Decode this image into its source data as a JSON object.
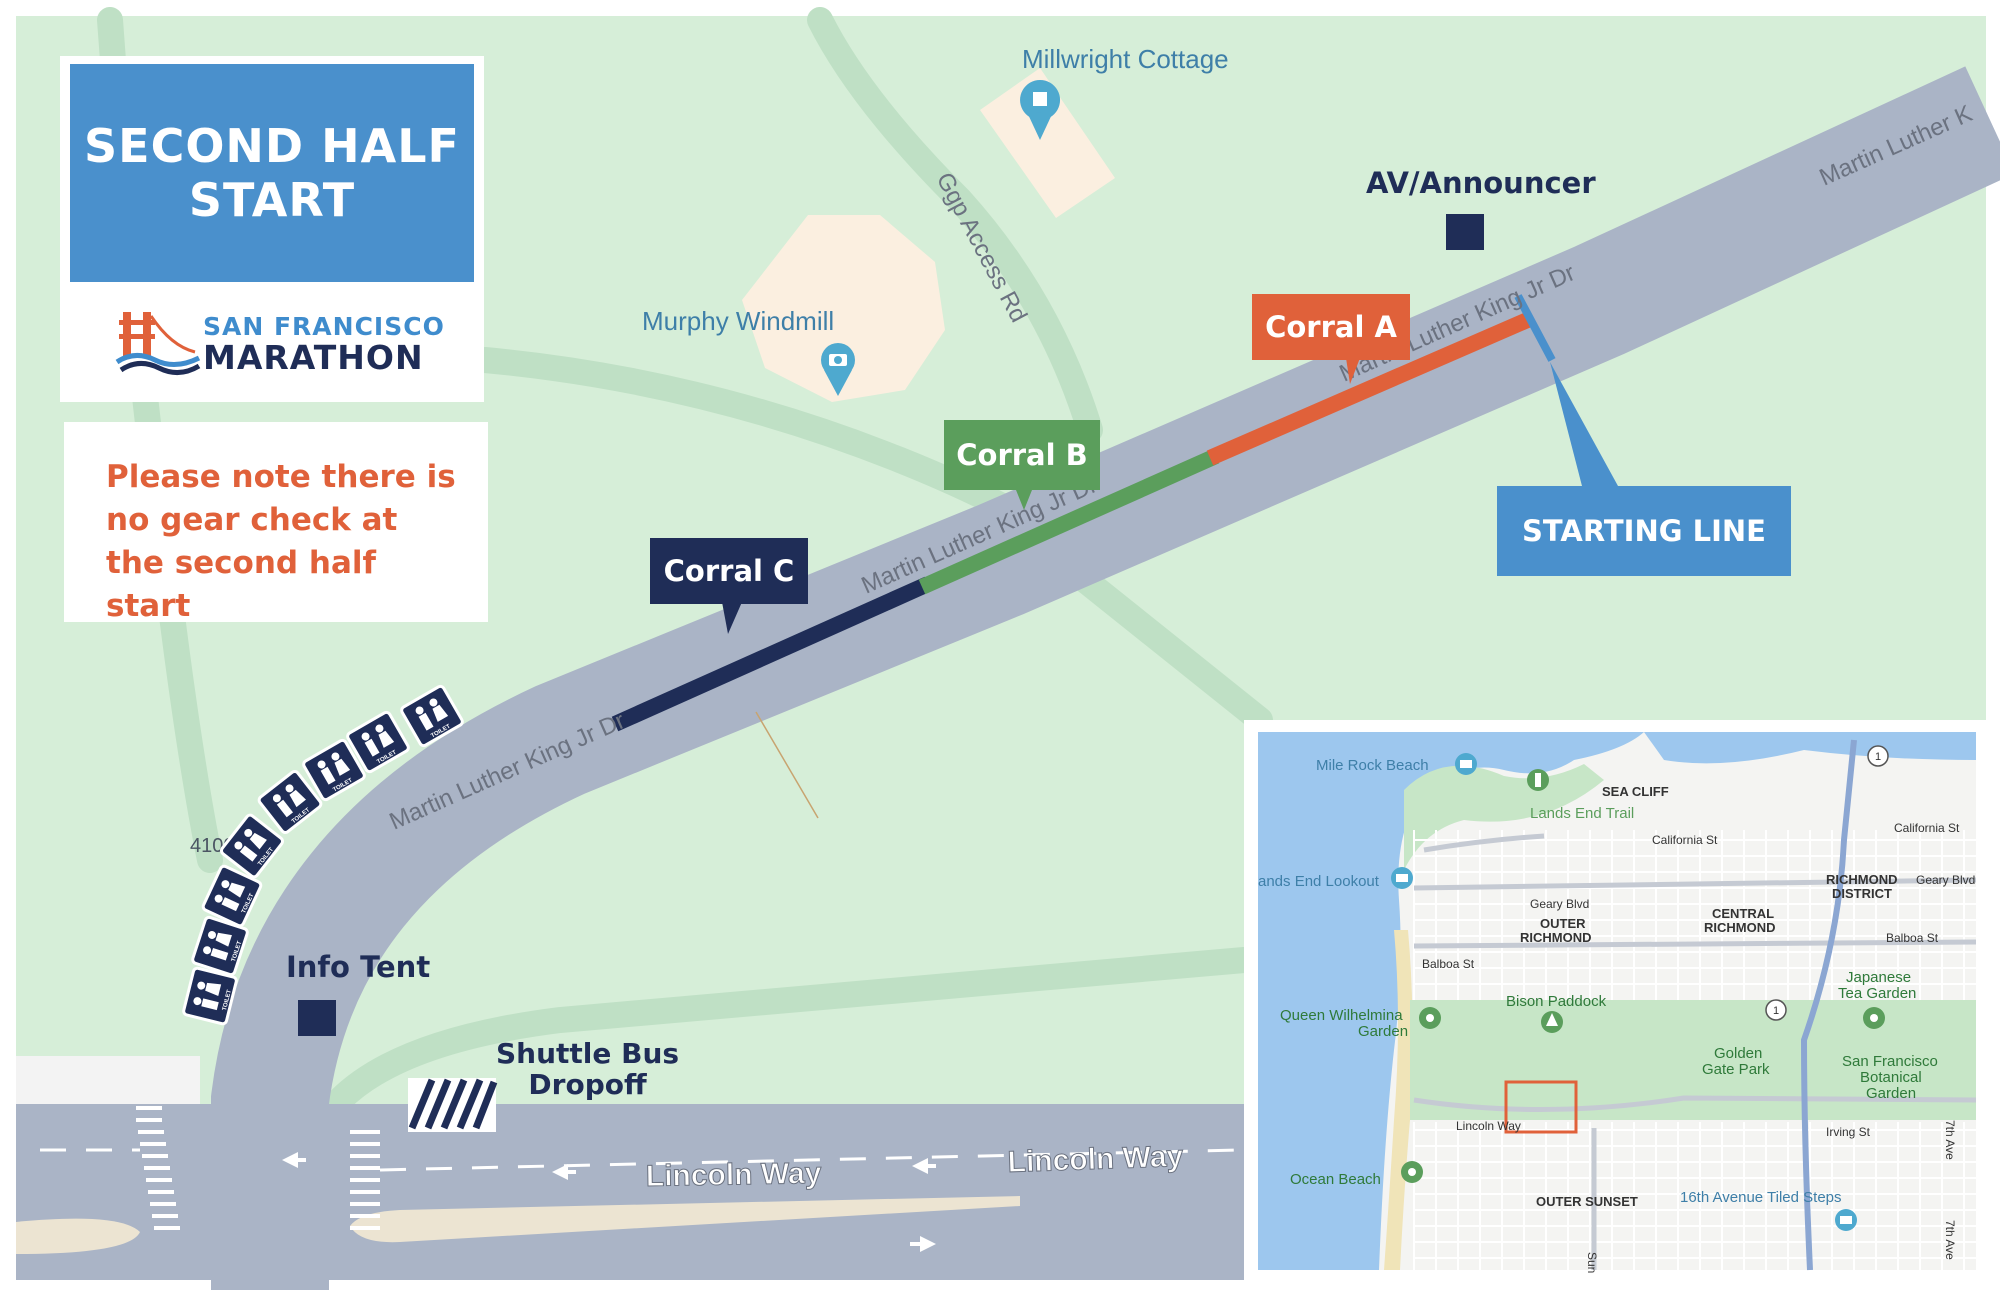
{
  "title": {
    "line1": "SECOND HALF",
    "line2": "START"
  },
  "logo": {
    "line1": "SAN FRANCISCO",
    "line2": "MARATHON"
  },
  "note": "Please note there is no gear check at the second half start",
  "corrals": {
    "a": "Corral A",
    "b": "Corral B",
    "c": "Corral C"
  },
  "starting_line": "STARTING LINE",
  "av_announcer": "AV/Announcer",
  "info_tent": "Info Tent",
  "shuttle": {
    "line1": "Shuttle Bus",
    "line2": "Dropoff"
  },
  "map_labels": {
    "millwright": "Millwright Cottage",
    "murphy": "Murphy Windmill",
    "ggp_access": "Ggp Access Rd",
    "mlk_lower": "Martin Luther King Jr Dr",
    "mlk_middle": "Martin Luther King Jr Dr",
    "mlk_upper": "Martin Luther King Jr Dr",
    "mlk_far": "Martin Luther K",
    "lincoln_1": "Lincoln Way",
    "lincoln_2": "Lincoln Way",
    "address": "4100"
  },
  "toilet_label": "TOILET",
  "inset_labels": {
    "mile_rock": "Mile Rock Beach",
    "sea_cliff": "SEA CLIFF",
    "lands_end_trail": "Lands End Trail",
    "california_st_1": "California St",
    "california_st_2": "California St",
    "lands_end_lookout": "ands End Lookout",
    "richmond_district_1": "RICHMOND",
    "richmond_district_2": "DISTRICT",
    "geary_blvd_1": "Geary Blvd",
    "geary_blvd_2": "Geary Blvd",
    "outer_richmond_1": "OUTER",
    "outer_richmond_2": "RICHMOND",
    "central_richmond_1": "CENTRAL",
    "central_richmond_2": "RICHMOND",
    "balboa_st_1": "Balboa St",
    "balboa_st_2": "Balboa St",
    "bison": "Bison Paddock",
    "japanese_tea_1": "Japanese",
    "japanese_tea_2": "Tea Garden",
    "queen_1": "Queen Wilhelmina",
    "queen_2": "Garden",
    "ggpark_1": "Golden",
    "ggpark_2": "Gate Park",
    "sf_botanical_1": "San Francisco",
    "sf_botanical_2": "Botanical",
    "sf_botanical_3": "Garden",
    "lincoln_way": "Lincoln Way",
    "irving_st": "Irving St",
    "ocean_beach": "Ocean Beach",
    "outer_sunset": "OUTER SUNSET",
    "tiled_steps": "16th Avenue Tiled Steps",
    "seventh_ave_1": "7th Ave",
    "seventh_ave_2": "7th Ave",
    "sun": "Sun",
    "hwy_1a": "1",
    "hwy_1b": "1"
  },
  "colors": {
    "grass": "#d6eed8",
    "road": "#aab4c6",
    "corral_a": "#e0613a",
    "corral_b": "#5b9e5c",
    "corral_c": "#1f2d57",
    "starting_line": "#4a90cc",
    "title_blue": "#4a90cc",
    "note_orange": "#e0613a"
  }
}
